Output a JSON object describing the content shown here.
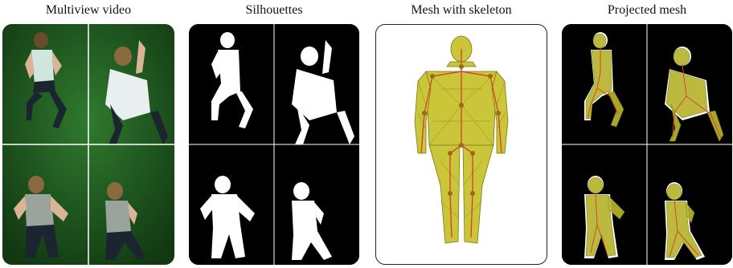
{
  "panels": [
    {
      "id": "multiview_video",
      "title": "Multiview video"
    },
    {
      "id": "silhouettes",
      "title": "Silhouettes"
    },
    {
      "id": "mesh_with_skeleton",
      "title": "Mesh with skeleton"
    },
    {
      "id": "projected_mesh",
      "title": "Projected mesh"
    }
  ],
  "colors": {
    "green_screen": "#1f5a1f",
    "silhouette_bg": "#000000",
    "silhouette_fg": "#ffffff",
    "mesh_fill": "#c9c63a",
    "mesh_edges": "#7c7a12",
    "skeleton_bones": "#d8452a",
    "skeleton_joints": "#9a6a18"
  }
}
